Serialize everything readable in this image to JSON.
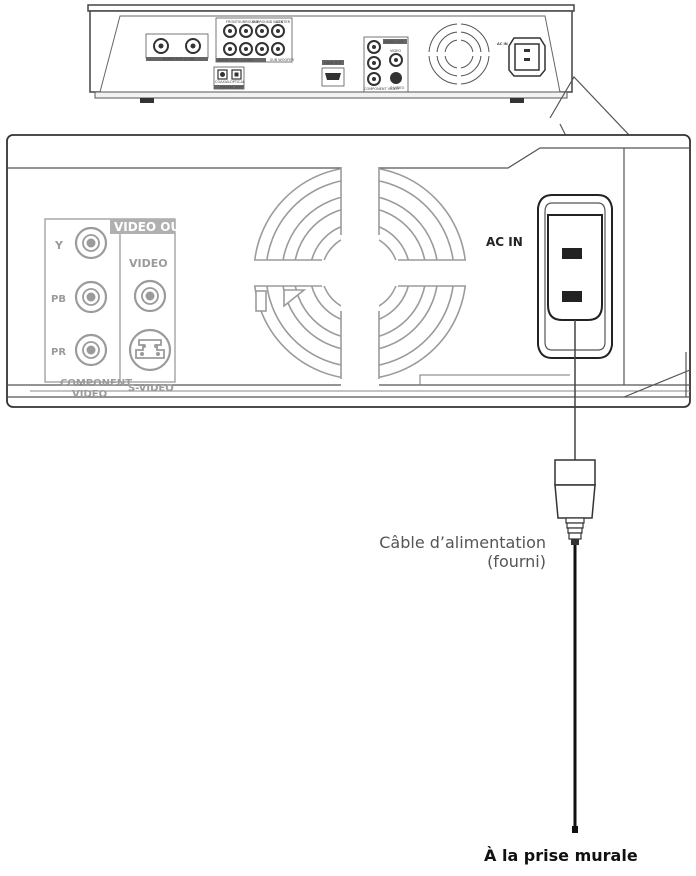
{
  "top_unit": {
    "labels": [
      "FRONT",
      "SURROUND",
      "SURROUND BACK",
      "CENTER",
      "AUDIO OUT (2 ch)",
      "AUDIO OUT (7.1 ch)",
      "SUB WOOFER",
      "HDMI OUT",
      "VIDEO OUT",
      "VIDEO",
      "COMPONENT VIDEO",
      "S-VIDEO",
      "AC IN",
      "COAXIAL",
      "OPTICAL",
      "DIGITAL OUT"
    ]
  },
  "panel": {
    "video_out_header": "VIDEO OUT",
    "y_label": "Y",
    "pb_label": "PB",
    "pr_label": "PR",
    "video_label": "VIDEO",
    "component_label_line1": "COMPONENT",
    "component_label_line2": "VIDEO",
    "svideo_label": "S-VIDEO",
    "ac_in_label": "AC IN"
  },
  "cable_label": {
    "line1": "Câble d’alimentation",
    "line2": "(fourni)"
  },
  "wall_label": "À la prise murale",
  "colors": {
    "line": "#5a5a5a",
    "dark": "#222222",
    "gray_label": "#9b9b9b",
    "badge": "#b0b0b0"
  }
}
